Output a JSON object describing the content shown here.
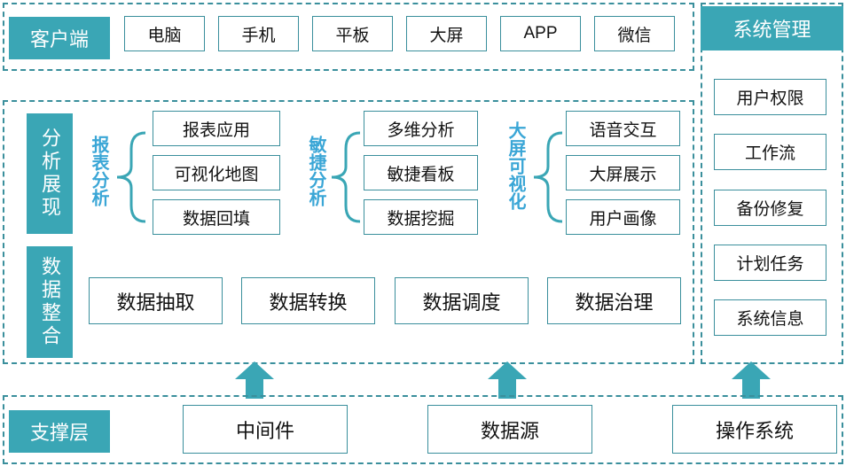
{
  "client": {
    "label": "客户端",
    "items": [
      "电脑",
      "手机",
      "平板",
      "大屏",
      "APP",
      "微信"
    ]
  },
  "analysis": {
    "label": "分析展现",
    "groups": [
      {
        "title": "报表分析",
        "items": [
          "报表应用",
          "可视化地图",
          "数据回填"
        ]
      },
      {
        "title": "敏捷分析",
        "items": [
          "多维分析",
          "敏捷看板",
          "数据挖掘"
        ]
      },
      {
        "title": "大屏可视化",
        "items": [
          "语音交互",
          "大屏展示",
          "用户画像"
        ]
      }
    ]
  },
  "integration": {
    "label": "数据整合",
    "items": [
      "数据抽取",
      "数据转换",
      "数据调度",
      "数据治理"
    ]
  },
  "system": {
    "label": "系统管理",
    "items": [
      "用户权限",
      "工作流",
      "备份修复",
      "计划任务",
      "系统信息"
    ]
  },
  "support": {
    "label": "支撑层",
    "items": [
      "中间件",
      "数据源",
      "操作系统"
    ]
  },
  "colors": {
    "accent": "#3aa6b5",
    "border": "#3a8f9c",
    "category_text": "#3aa6d6"
  }
}
